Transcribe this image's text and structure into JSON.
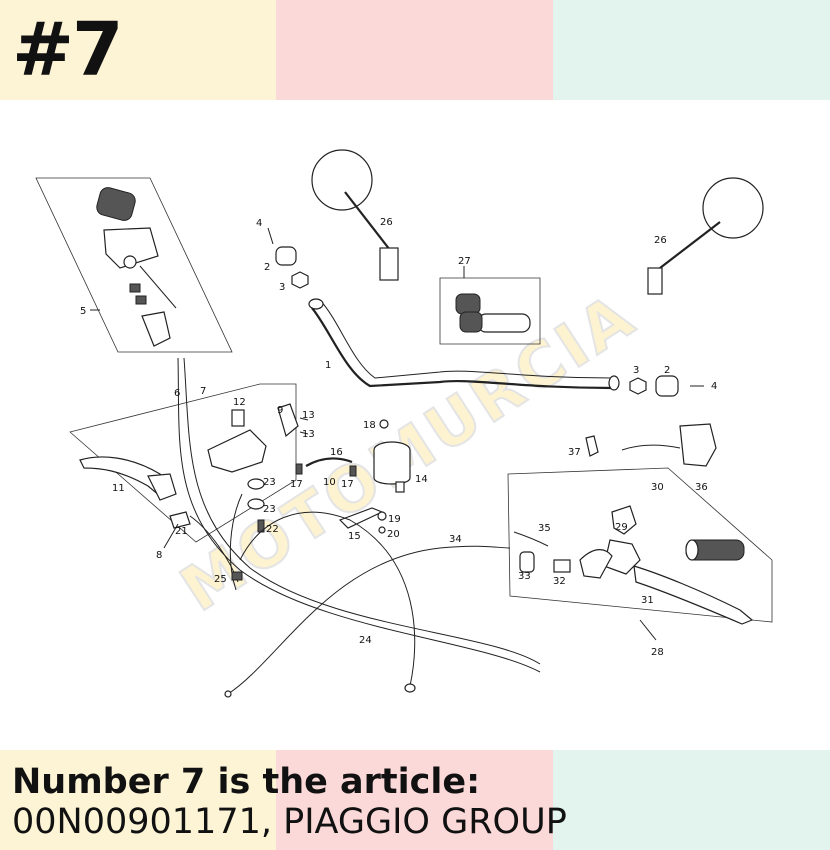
{
  "header": {
    "item_number": "#7"
  },
  "caption": {
    "title": "Number 7 is the article:",
    "detail": "00N00901171, PIAGGIO GROUP"
  },
  "watermark": {
    "text": "MOTOMURCIA"
  },
  "colors": {
    "band_yellow": "#fdf4d6",
    "band_pink": "#fbd9d9",
    "band_mint": "#e3f4ee"
  },
  "callouts": [
    "1",
    "2",
    "2",
    "3",
    "3",
    "4",
    "4",
    "5",
    "6",
    "7",
    "8",
    "9",
    "10",
    "11",
    "12",
    "13",
    "13",
    "14",
    "15",
    "16",
    "17",
    "17",
    "18",
    "19",
    "20",
    "21",
    "22",
    "23",
    "23",
    "24",
    "25",
    "26",
    "26",
    "27",
    "28",
    "29",
    "30",
    "31",
    "32",
    "33",
    "34",
    "35",
    "36",
    "37"
  ]
}
